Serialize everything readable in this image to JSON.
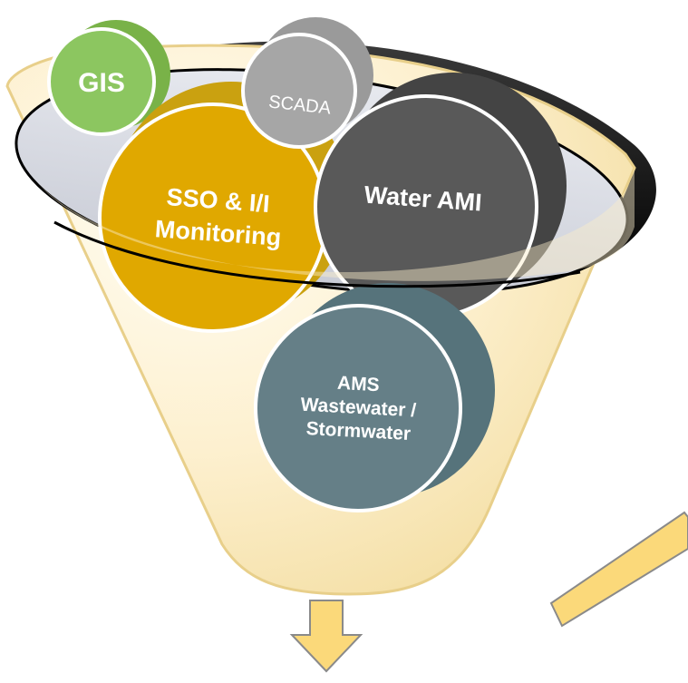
{
  "diagram": {
    "type": "funnel",
    "inputs": [
      {
        "id": "gis",
        "label": "GIS",
        "color": "#8cc660"
      },
      {
        "id": "scada",
        "label": "SCADA",
        "color": "#a6a6a6"
      },
      {
        "id": "sso",
        "label_lines": [
          "SSO & I/I",
          "Monitoring"
        ],
        "color": "#e0a800"
      },
      {
        "id": "water_ami",
        "label": "Water AMI",
        "color": "#595959"
      },
      {
        "id": "ams",
        "label_lines": [
          "AMS",
          "Wastewater /",
          "Stormwater"
        ],
        "color": "#657f87"
      }
    ],
    "colors": {
      "funnel_fill": "#fbeec9",
      "funnel_rim": "#0f0f0f",
      "funnel_inner": "#d8dce6",
      "arrow_fill": "#fbd97a",
      "arrow_stroke": "#8a8a8a"
    }
  }
}
